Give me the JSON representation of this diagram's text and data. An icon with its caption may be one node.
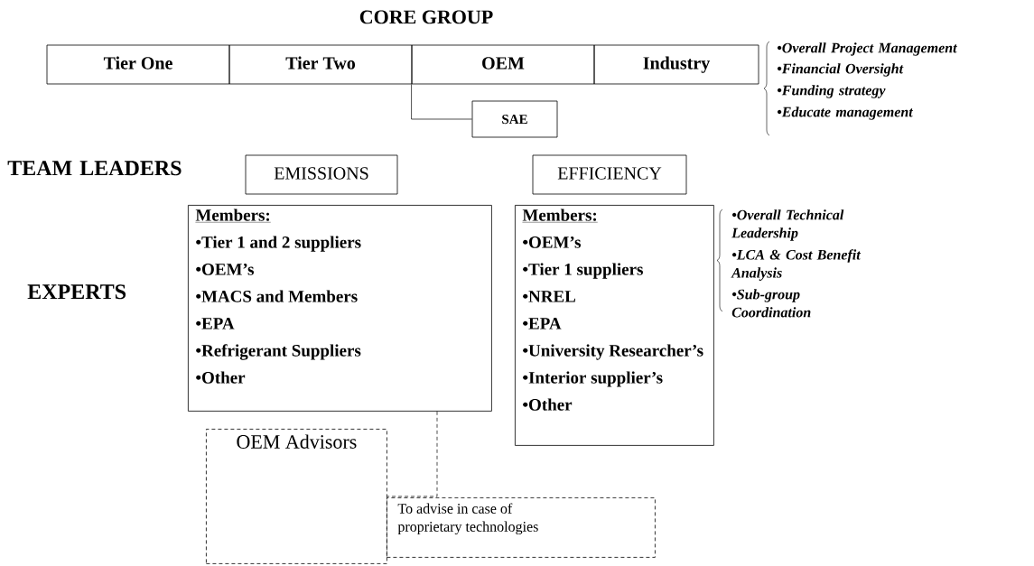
{
  "diagram": {
    "title": "CORE GROUP",
    "nodes": [
      {
        "text": [
          "Tier One"
        ]
      },
      {
        "text": [
          "Tier Two"
        ]
      },
      {
        "text": [
          "OEM"
        ]
      },
      {
        "text": [
          "Industry"
        ]
      },
      {
        "text": [
          "SAE"
        ]
      },
      {
        "text": [
          "EMISSIONS"
        ]
      },
      {
        "text": [
          "EFFICIENCY"
        ]
      },
      {
        "text": [
          "Members:",
          "•Tier 1 and 2 suppliers",
          "•OEM’s",
          "•MACS  and Members",
          "•EPA",
          "•Refrigerant Suppliers",
          "•Other"
        ]
      },
      {
        "text": [
          "Members:",
          "•OEM’s",
          "•Tier 1 suppliers",
          "•NREL",
          "•EPA",
          "•University Researcher’s",
          "•Interior supplier’s",
          "•Other"
        ]
      },
      {
        "text": [
          "OEM Advisors"
        ]
      },
      {
        "text": [
          "To advise in case of proprietary technologies"
        ]
      }
    ],
    "edges": [
      {
        "from": 2,
        "to": 4,
        "arrow": "none"
      },
      {
        "from": 7,
        "to": 9,
        "arrow": "none",
        "style": "dashed"
      }
    ],
    "labels": [
      "•Overall Project Management",
      "•Financial Oversight",
      "•Funding strategy",
      "•Educate management",
      "TEAM LEADERS",
      "•Overall Technical Leadership",
      "•LCA  & Cost Benefit Analysis",
      "•Sub-group Coordination",
      "EXPERTS"
    ]
  }
}
